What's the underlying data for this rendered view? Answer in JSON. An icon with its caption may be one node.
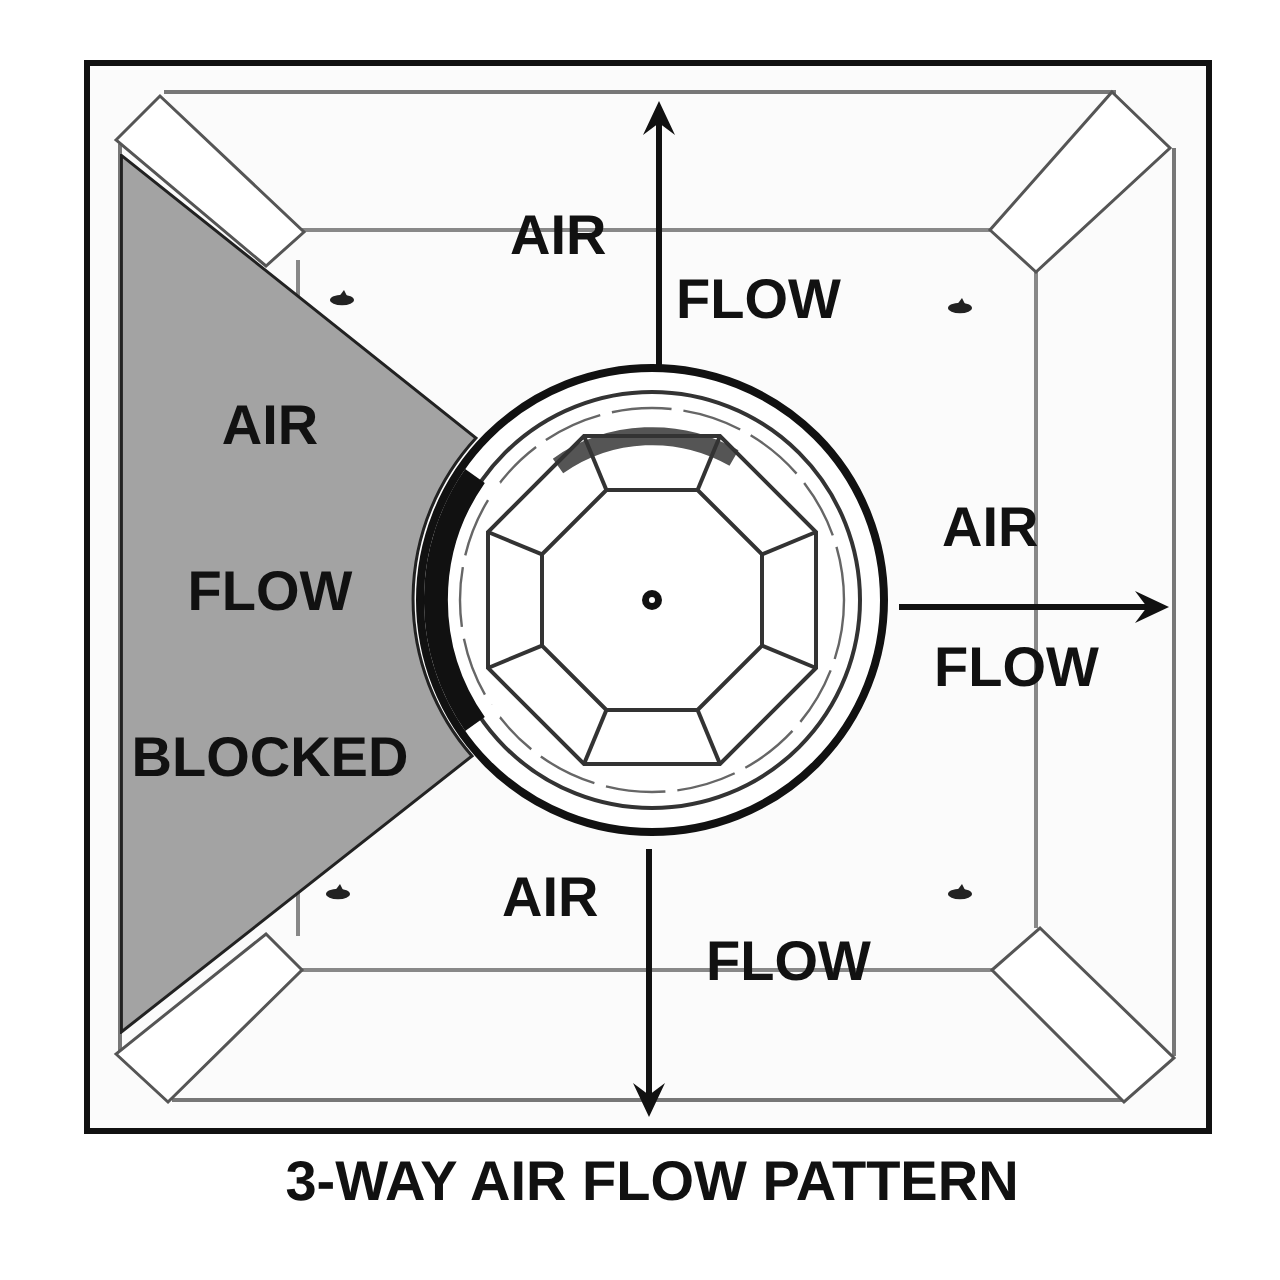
{
  "diagram": {
    "caption": "3-WAY AIR FLOW PATTERN",
    "nodes": [
      {
        "text": [
          "AIR FLOW BLOCKED"
        ]
      }
    ],
    "labels": [
      "AIR",
      "FLOW",
      "AIR",
      "FLOW",
      "AIR",
      "FLOW"
    ]
  }
}
